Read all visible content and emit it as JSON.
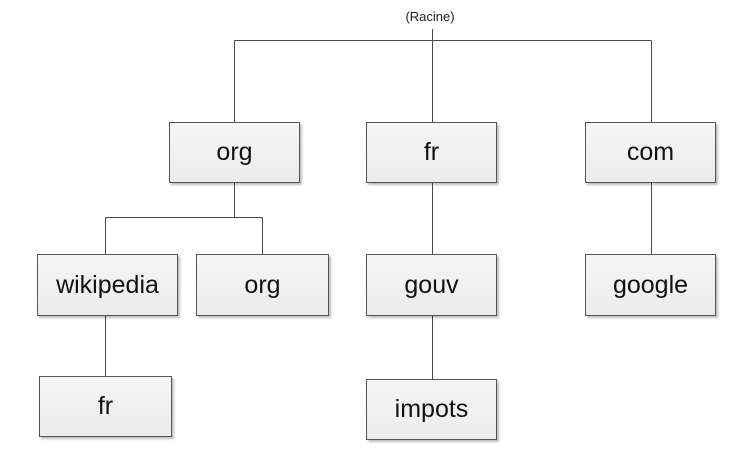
{
  "diagram": {
    "root_label": "(Racine)",
    "nodes": {
      "org": "org",
      "fr": "fr",
      "com": "com",
      "wikipedia": "wikipedia",
      "org_sub": "org",
      "gouv": "gouv",
      "google": "google",
      "wikipedia_fr": "fr",
      "impots": "impots"
    }
  }
}
